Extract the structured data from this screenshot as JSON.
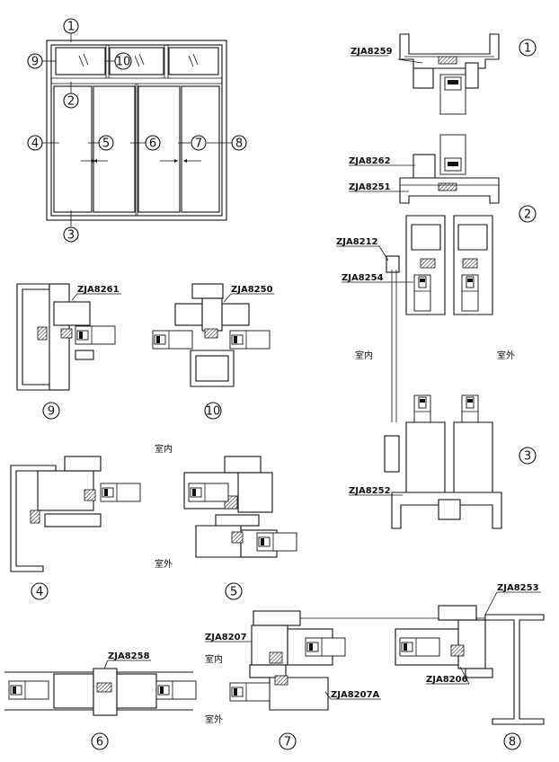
{
  "title": "",
  "callout_numbers": [
    "1",
    "2",
    "3",
    "4",
    "5",
    "6",
    "7",
    "8",
    "9",
    "10"
  ],
  "codes": {
    "c8259": "ZJA8259",
    "c8262": "ZJA8262",
    "c8251": "ZJA8251",
    "c8212": "ZJA8212",
    "c8254": "ZJA8254",
    "c8252": "ZJA8252",
    "c8261": "ZJA8261",
    "c8250": "ZJA8250",
    "c8258": "ZJA8258",
    "c8207": "ZJA8207",
    "c8207a": "ZJA8207A",
    "c8253": "ZJA8253",
    "c8206": "ZJA8206"
  },
  "rooms": {
    "inside": "室内",
    "outside": "室外"
  }
}
